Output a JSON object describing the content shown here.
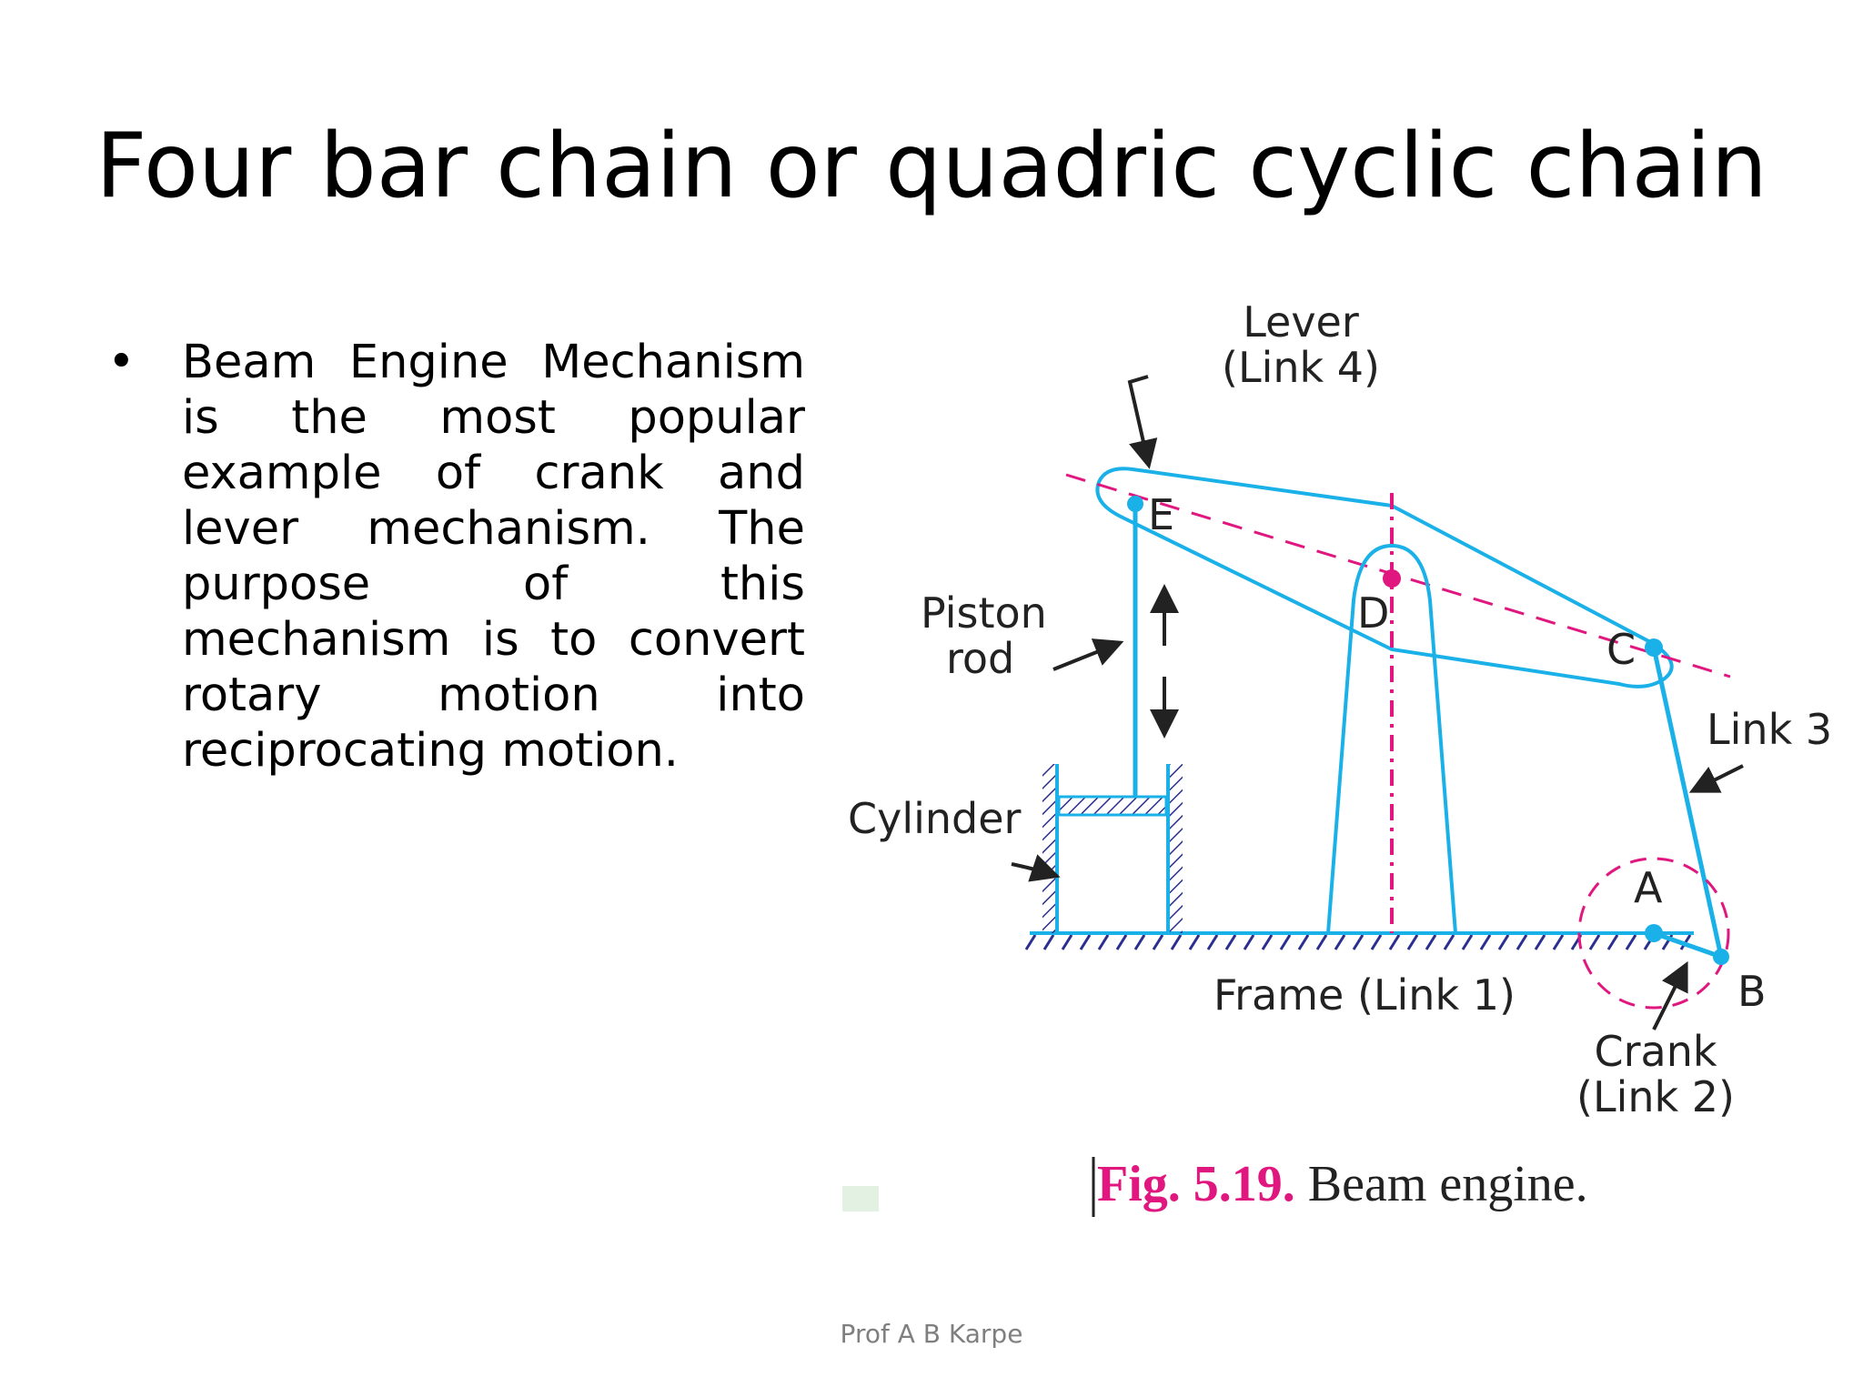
{
  "slide": {
    "title": "Four bar chain or quadric cyclic chain",
    "bullet_symbol": "•",
    "bullet_text": "Beam Engine Mechanism is the most popular example of crank and lever mechanism. The purpose of this mechanism is to convert rotary motion into reciprocating motion.",
    "footer": "Prof A B Karpe"
  },
  "diagram": {
    "labels": {
      "lever_line1": "Lever",
      "lever_line2": "(Link 4)",
      "point_e": "E",
      "point_d": "D",
      "point_c": "C",
      "point_a": "A",
      "point_b": "B",
      "piston_line1": "Piston",
      "piston_line2": "rod",
      "cylinder": "Cylinder",
      "link3": "Link 3",
      "frame": "Frame (Link 1)",
      "crank_line1": "Crank",
      "crank_line2": "(Link 2)"
    },
    "caption_fig": "Fig. 5.19.",
    "caption_text": " Beam engine.",
    "colors": {
      "link": "#1ab0e8",
      "pivot": "#e0177f",
      "hatch": "#2b2f8f",
      "arrow": "#222222"
    }
  }
}
